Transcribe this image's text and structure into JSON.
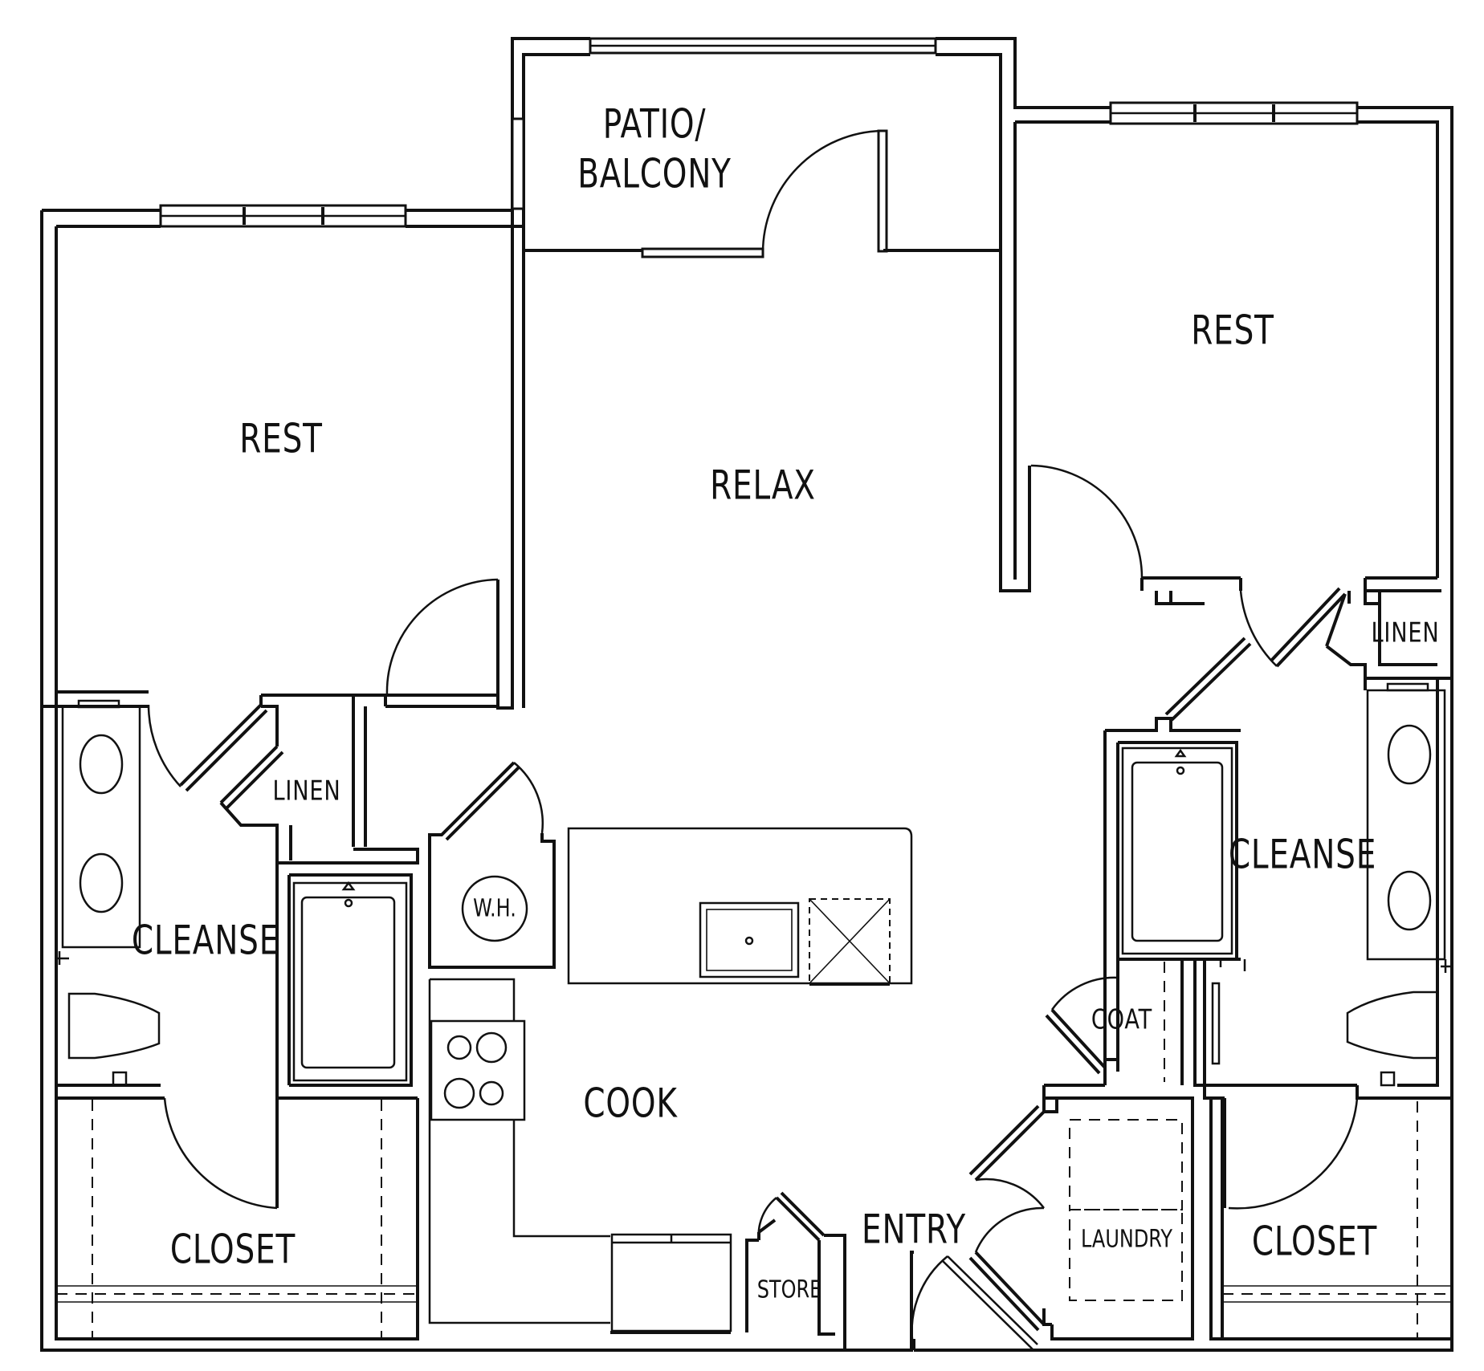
{
  "rooms": {
    "patio": [
      "PATIO/",
      "BALCONY"
    ],
    "rest_left": "REST",
    "rest_right": "REST",
    "relax": "RELAX",
    "linen_left": "LINEN",
    "linen_right": "LINEN",
    "cleanse_left": "CLEANSE",
    "cleanse_right": "CLEANSE",
    "water_heater": "W.H.",
    "cook": "COOK",
    "coat": "COAT",
    "entry": "ENTRY",
    "laundry": "LAUNDRY",
    "store": "STORE",
    "closet_left": "CLOSET",
    "closet_right": "CLOSET"
  }
}
